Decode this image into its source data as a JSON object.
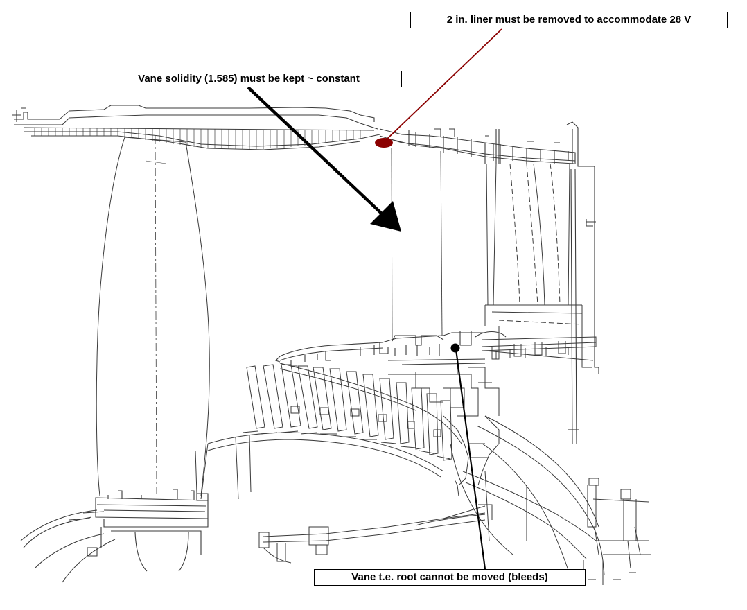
{
  "annotations": {
    "liner": "2 in. liner must be removed to accommodate 28 V",
    "solidity": "Vane solidity (1.585) must be kept ~ constant",
    "root": "Vane t.e. root cannot be moved (bleeds)"
  },
  "colors": {
    "ink": "#3a3a3a",
    "arrow": "#000000",
    "liner_marker": "#8b0000"
  }
}
